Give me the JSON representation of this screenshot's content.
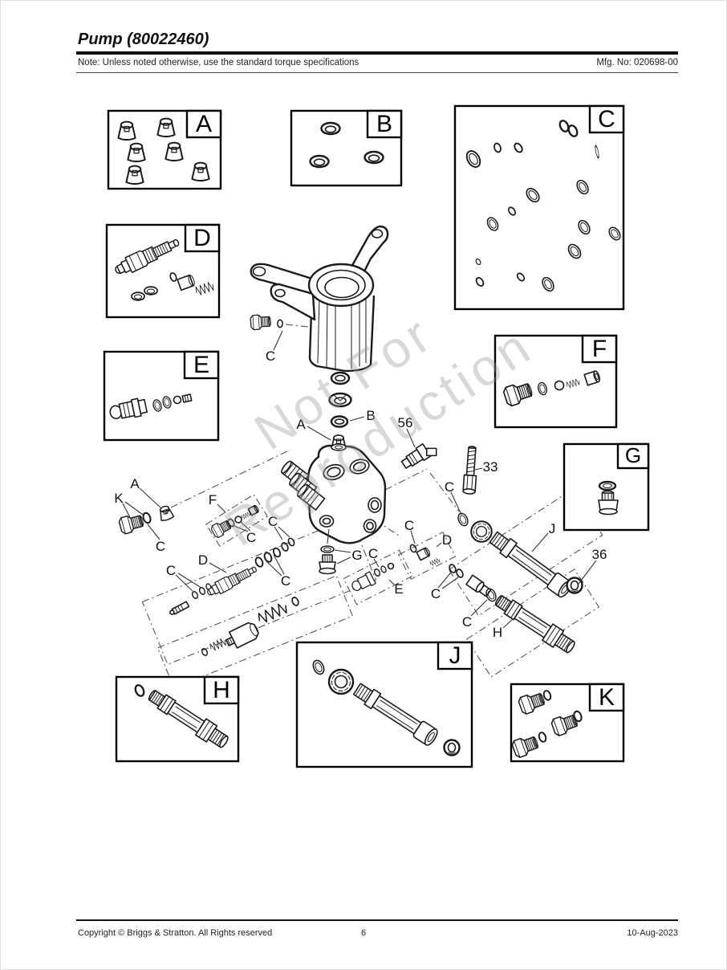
{
  "page": {
    "title": "Pump (80022460)",
    "note": "Note: Unless noted otherwise, use the standard torque specifications",
    "mfg_no": "Mfg. No: 020698-00",
    "watermark": {
      "line1": "Not For",
      "line2": "Reproduction"
    },
    "footer": {
      "copyright": "Copyright ©  Briggs & Stratton. All Rights reserved",
      "page_number": "6",
      "date": "10-Aug-2023"
    }
  },
  "boxes": [
    {
      "label": "A"
    },
    {
      "label": "B"
    },
    {
      "label": "C"
    },
    {
      "label": "D"
    },
    {
      "label": "E"
    },
    {
      "label": "F"
    },
    {
      "label": "G"
    },
    {
      "label": "H"
    },
    {
      "label": "J"
    },
    {
      "label": "K"
    }
  ],
  "callouts": [
    {
      "label": "C"
    },
    {
      "label": "A"
    },
    {
      "label": "B"
    },
    {
      "label": "56"
    },
    {
      "label": "33"
    },
    {
      "label": "C"
    },
    {
      "label": "J"
    },
    {
      "label": "36"
    },
    {
      "label": "K"
    },
    {
      "label": "A"
    },
    {
      "label": "C"
    },
    {
      "label": "F"
    },
    {
      "label": "C"
    },
    {
      "label": "C"
    },
    {
      "label": "D"
    },
    {
      "label": "C"
    },
    {
      "label": "C"
    },
    {
      "label": "G"
    },
    {
      "label": "C"
    },
    {
      "label": "E"
    },
    {
      "label": "D"
    },
    {
      "label": "C"
    },
    {
      "label": "C"
    },
    {
      "label": "C"
    },
    {
      "label": "H"
    }
  ]
}
